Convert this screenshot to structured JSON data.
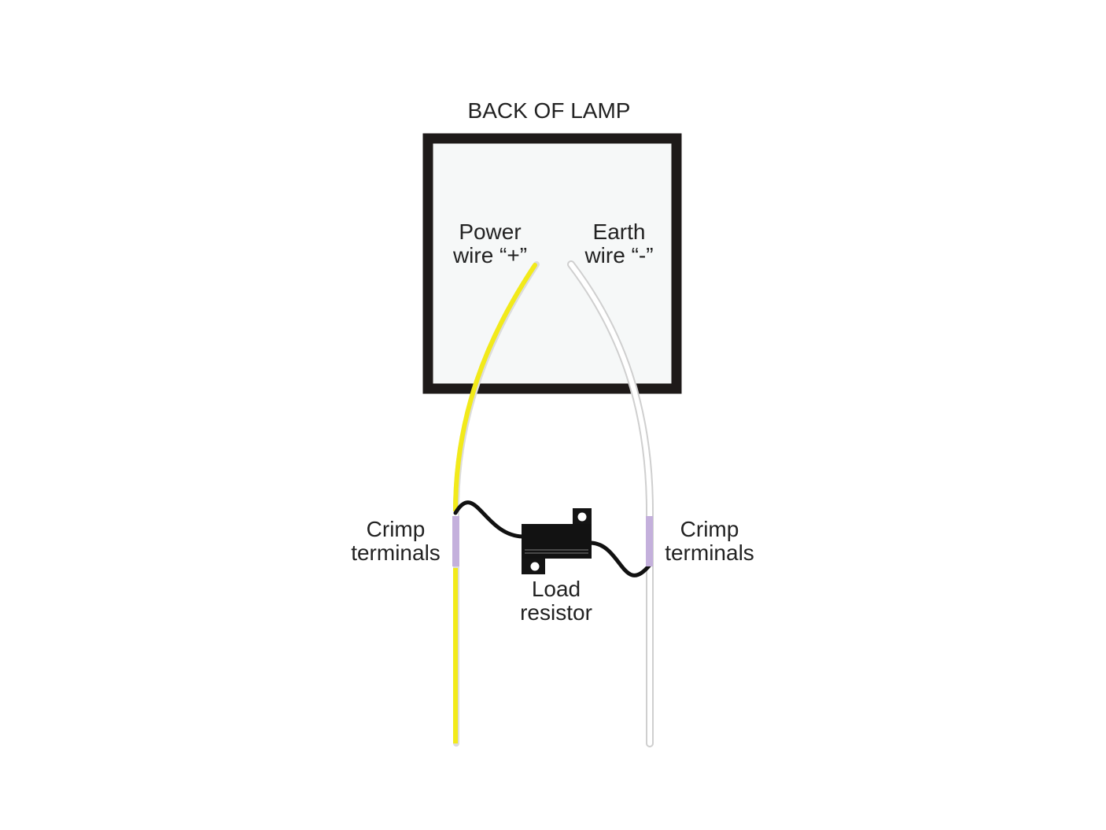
{
  "title": "BACK OF LAMP",
  "power_wire": {
    "line1": "Power",
    "line2": "wire “+”",
    "color": "#f2ea1a"
  },
  "earth_wire": {
    "line1": "Earth",
    "line2": "wire “-”",
    "color": "#ffffff"
  },
  "crimp_left": {
    "line1": "Crimp",
    "line2": "terminals"
  },
  "crimp_right": {
    "line1": "Crimp",
    "line2": "terminals"
  },
  "load_resistor": {
    "line1": "Load",
    "line2": "resistor"
  },
  "colors": {
    "lamp_border": "#1e1a19",
    "lamp_fill": "#f6f8f8",
    "crimp": "#c4b0dc",
    "resistor_wire": "#111111",
    "resistor_body": "#121212"
  }
}
